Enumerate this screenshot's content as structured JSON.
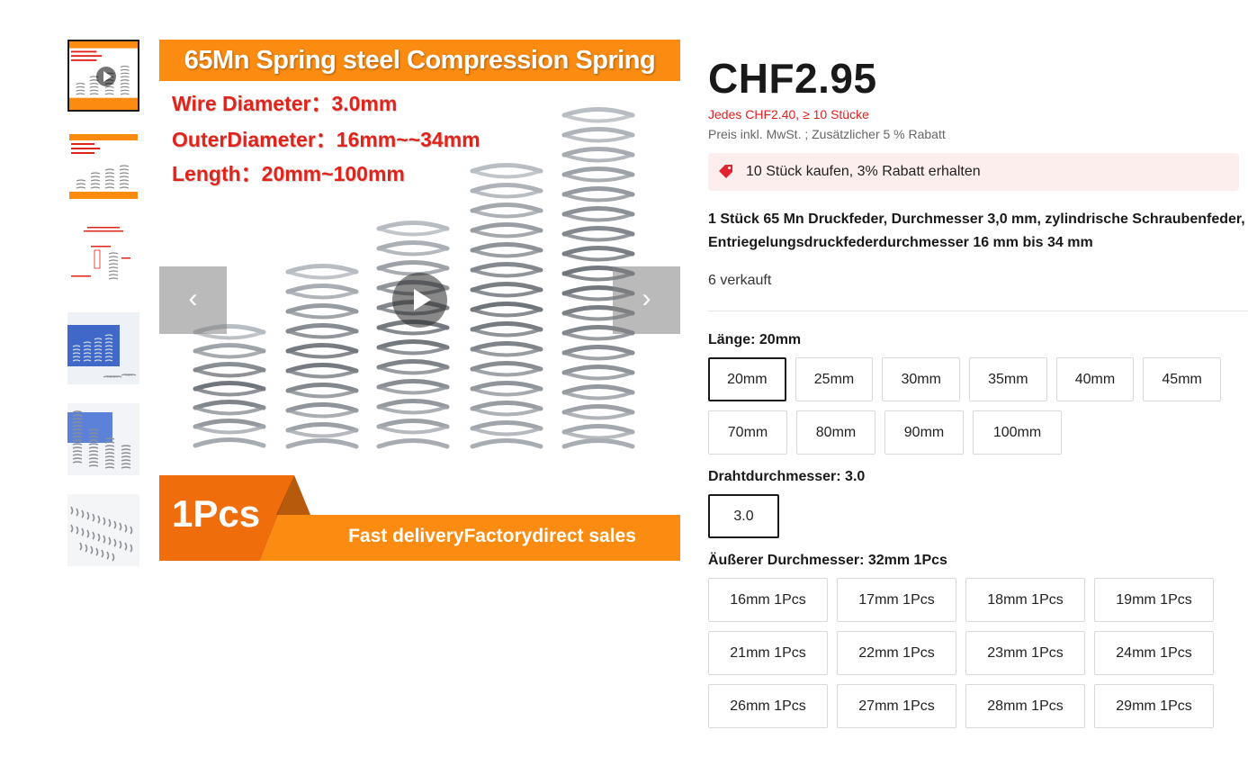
{
  "gallery": {
    "banner_title": "65Mn Spring steel Compression Spring",
    "specs": [
      "Wire Diameter：3.0mm",
      "OuterDiameter：16mm~~34mm",
      "Length：20mm~100mm"
    ],
    "pcs_label": "1Pcs",
    "delivery_label": "Fast deliveryFactorydirect sales",
    "prev_arrow": "‹",
    "next_arrow": "›"
  },
  "product": {
    "price": "CHF2.95",
    "bulk_price": "Jedes CHF2.40, ≥ 10 Stücke",
    "tax_note": "Preis inkl. MwSt. ; Zusätzlicher 5 % Rabatt",
    "promo": "10 Stück kaufen, 3% Rabatt erhalten",
    "title_line1": "1 Stück 65 Mn Druckfeder, Durchmesser 3,0 mm, zylindrische Schraubenfeder,",
    "title_line2": "Entriegelungsdruckfederdurchmesser 16 mm bis 34 mm",
    "sold": "6 verkauft"
  },
  "length": {
    "label": "Länge: 20mm",
    "row1": [
      "20mm",
      "25mm",
      "30mm",
      "35mm",
      "40mm",
      "45mm"
    ],
    "row2": [
      "70mm",
      "80mm",
      "90mm",
      "100mm"
    ]
  },
  "wire": {
    "label": "Drahtdurchmesser: 3.0",
    "options": [
      "3.0"
    ]
  },
  "outer_diameter": {
    "label": "Äußerer Durchmesser: 32mm 1Pcs",
    "row1": [
      "16mm 1Pcs",
      "17mm 1Pcs",
      "18mm 1Pcs",
      "19mm 1Pcs"
    ],
    "row2": [
      "21mm 1Pcs",
      "22mm 1Pcs",
      "23mm 1Pcs",
      "24mm 1Pcs"
    ],
    "row3": [
      "26mm 1Pcs",
      "27mm 1Pcs",
      "28mm 1Pcs",
      "29mm 1Pcs"
    ]
  },
  "colors": {
    "banner_orange": "#fb8b11",
    "spec_red": "#e0241b",
    "price_note_red": "#e02020",
    "promo_bg": "#fdeeee"
  }
}
